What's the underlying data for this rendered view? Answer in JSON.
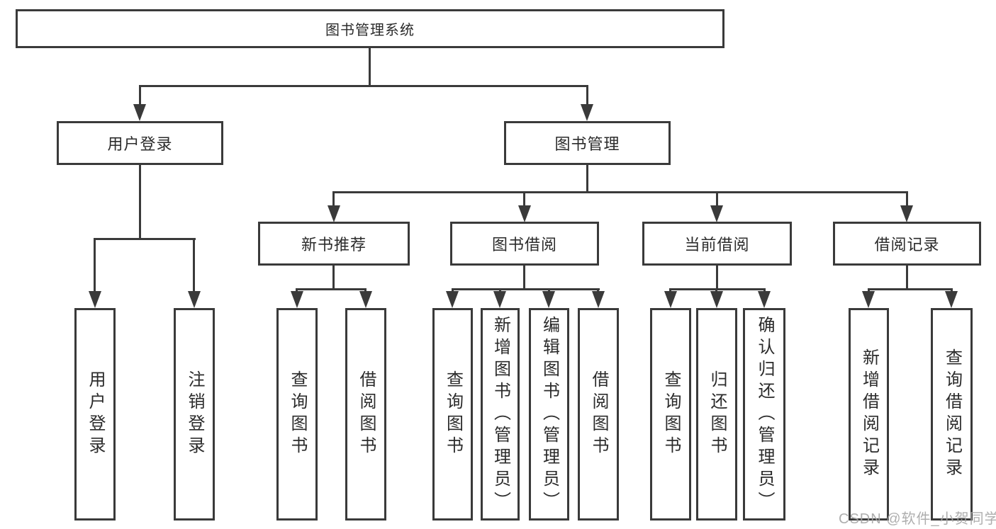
{
  "colors": {
    "background": "#ffffff",
    "line": "#3a3a3a",
    "box_border": "#3a3a3a",
    "text": "#2b2b2b",
    "watermark": "#a6a6a6"
  },
  "diagram": {
    "root": {
      "label": "图书管理系统"
    },
    "level2": [
      {
        "id": "user-login",
        "label": "用户登录"
      },
      {
        "id": "book-management",
        "label": "图书管理"
      }
    ],
    "level3": [
      {
        "id": "new-book-recommend",
        "label": "新书推荐"
      },
      {
        "id": "book-borrow",
        "label": "图书借阅"
      },
      {
        "id": "current-borrow",
        "label": "当前借阅"
      },
      {
        "id": "borrow-records",
        "label": "借阅记录"
      }
    ],
    "leaves": {
      "user_login": [
        "用户登录",
        "注销登录"
      ],
      "new_book_recommend": [
        "查询图书",
        "借阅图书"
      ],
      "book_borrow": [
        "查询图书",
        "新增图书（管理员）",
        "编辑图书（管理员）",
        "借阅图书"
      ],
      "current_borrow": [
        "查询图书",
        "归还图书",
        "确认归还（管理员）"
      ],
      "borrow_records": [
        "新增借阅记录",
        "查询借阅记录"
      ]
    }
  },
  "watermark": {
    "text": "CSDN @软件_小贺同学"
  }
}
